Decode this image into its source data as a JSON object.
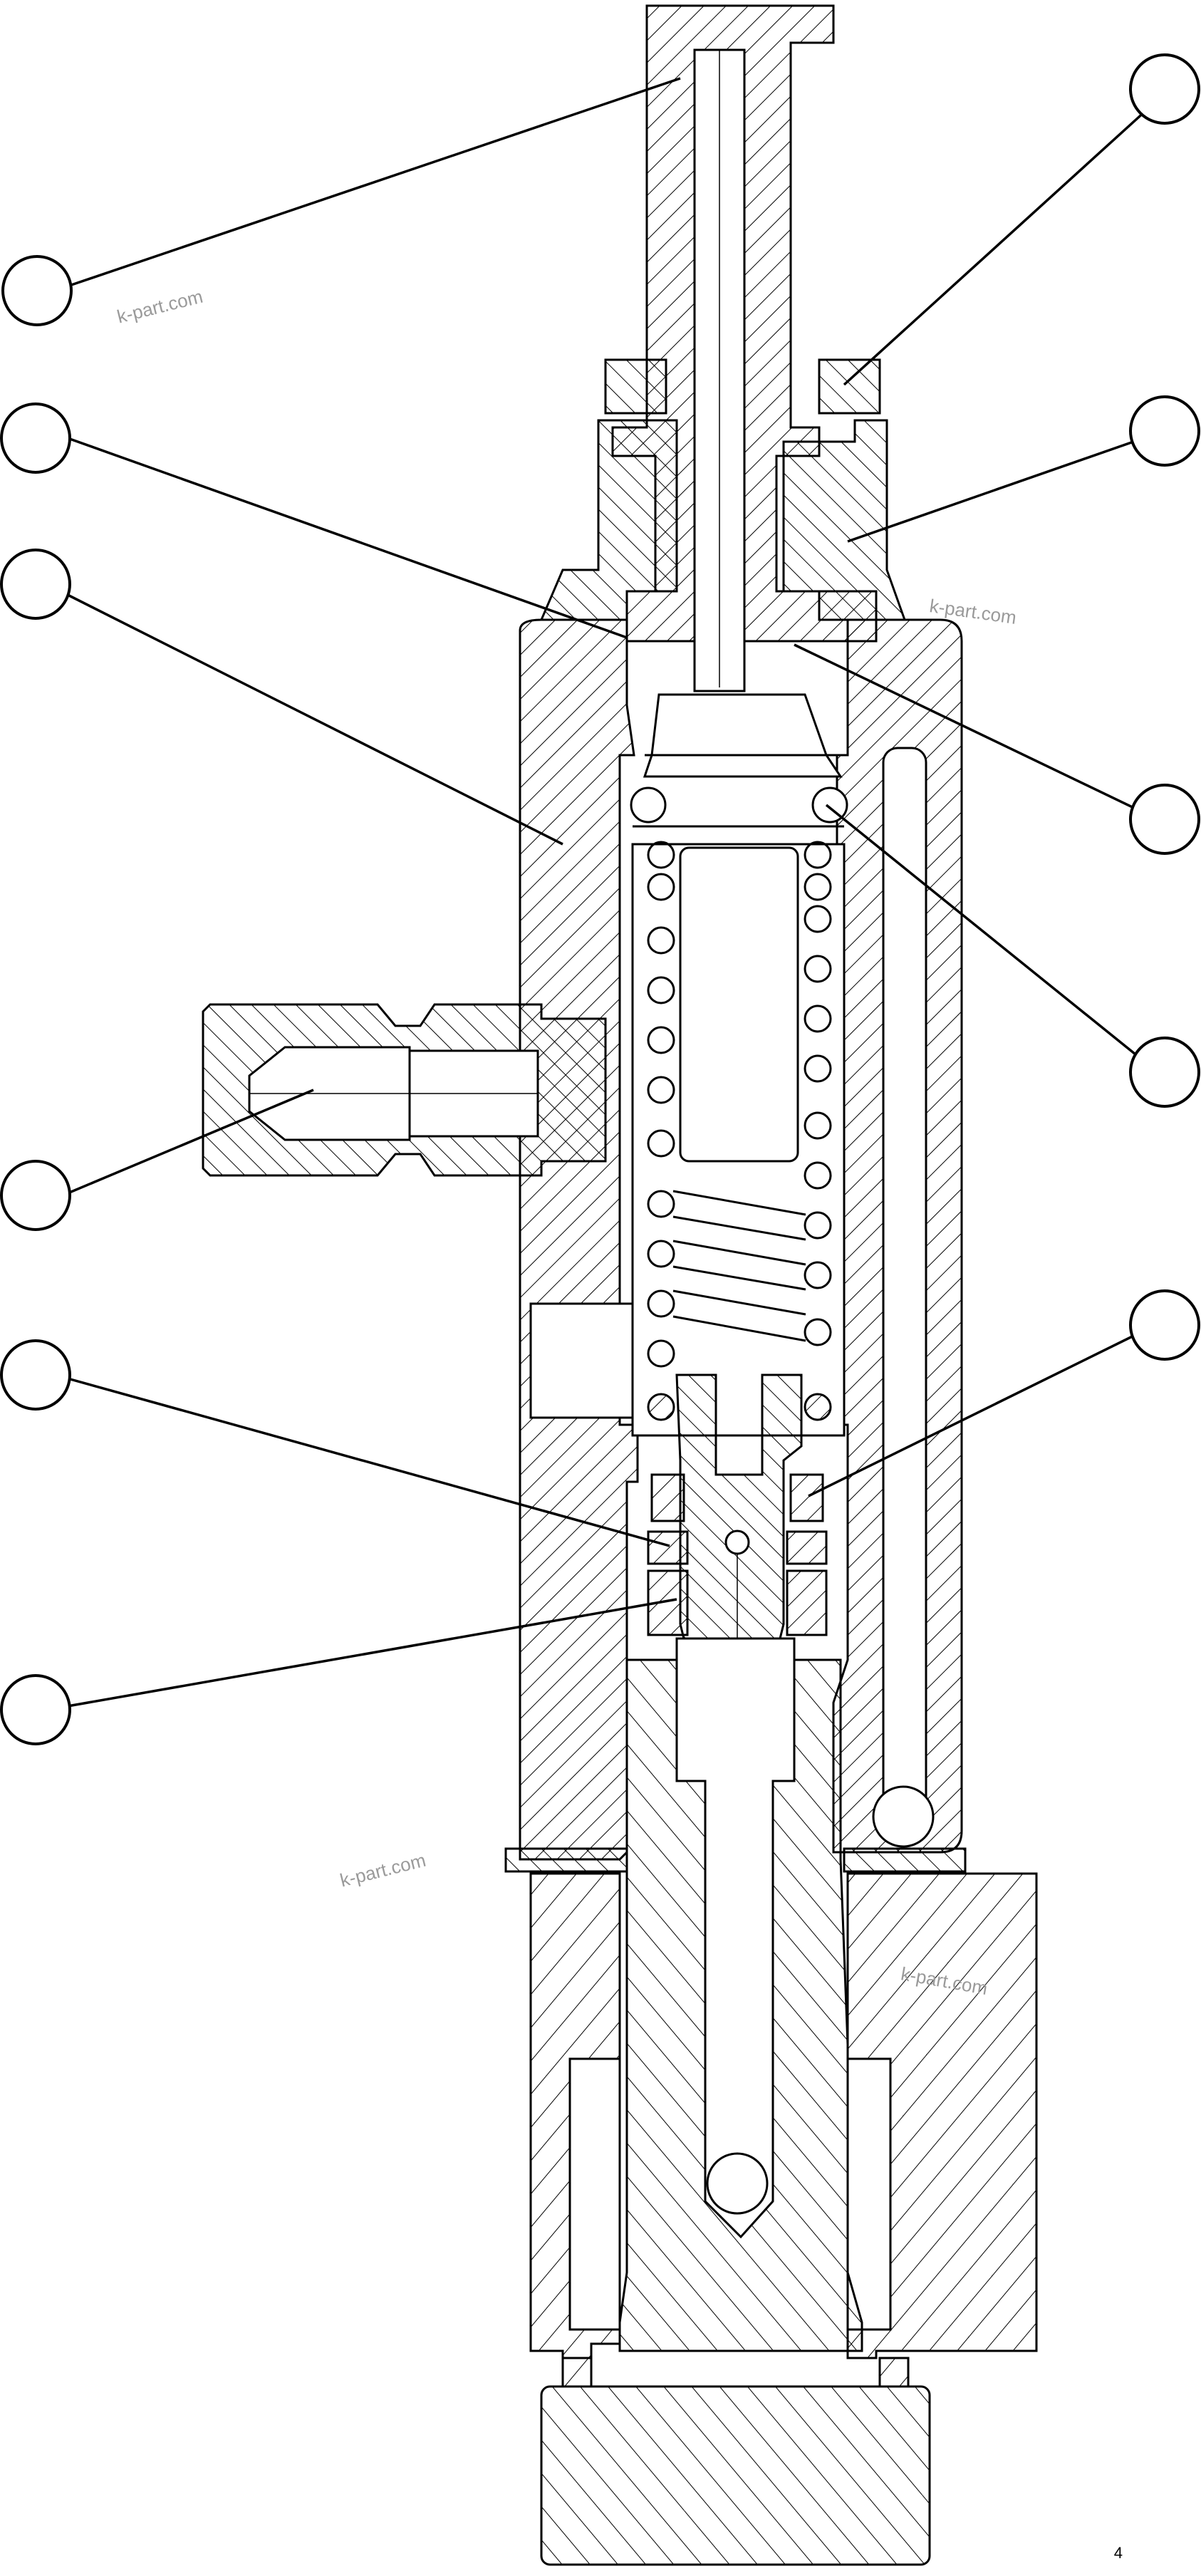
{
  "watermarks": [
    "k-part.com",
    "k-part.com",
    "k-part.com",
    "k-part.com"
  ],
  "page_number": "4",
  "callouts": [
    {
      "id": "callout-1",
      "label": ""
    },
    {
      "id": "callout-2",
      "label": ""
    },
    {
      "id": "callout-3",
      "label": ""
    },
    {
      "id": "callout-4",
      "label": ""
    },
    {
      "id": "callout-5",
      "label": ""
    },
    {
      "id": "callout-6",
      "label": ""
    },
    {
      "id": "callout-7",
      "label": ""
    },
    {
      "id": "callout-8",
      "label": ""
    },
    {
      "id": "callout-9",
      "label": ""
    },
    {
      "id": "callout-10",
      "label": ""
    },
    {
      "id": "callout-11",
      "label": ""
    },
    {
      "id": "callout-12",
      "label": ""
    }
  ],
  "colors": {
    "line": "#000000",
    "hatch": "#000000",
    "background": "#ffffff",
    "watermark": "#9a9a9a"
  }
}
